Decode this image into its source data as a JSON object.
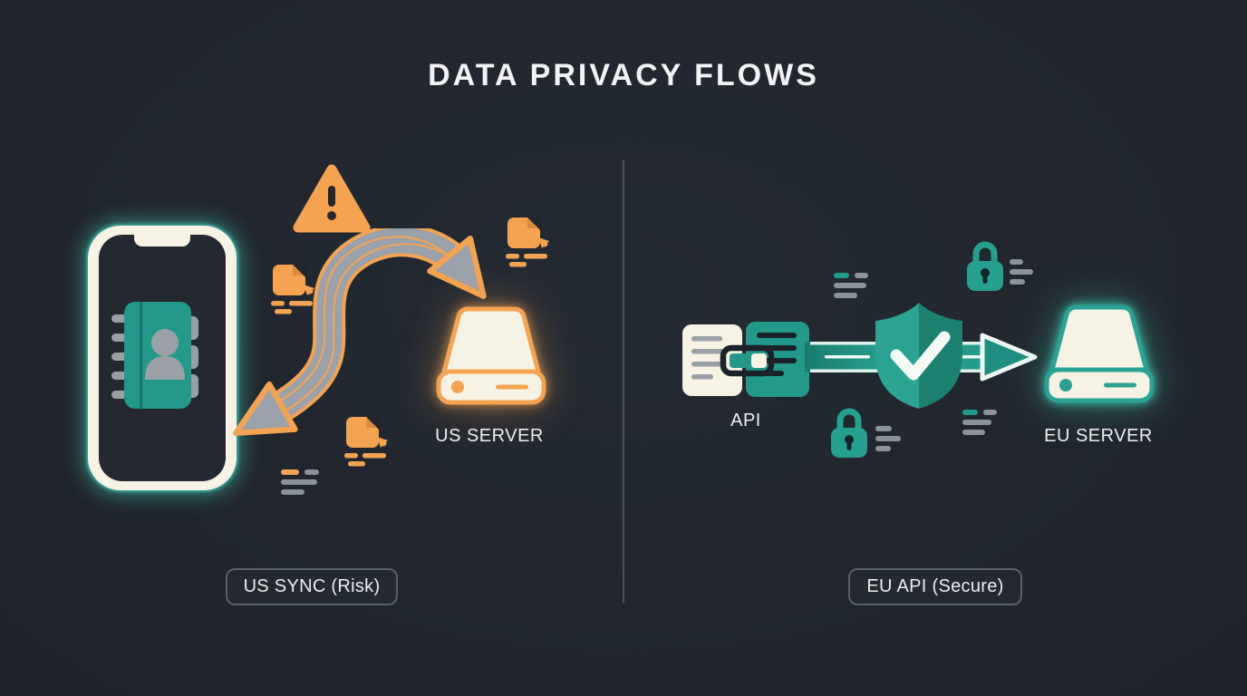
{
  "title": "DATA PRIVACY FLOWS",
  "palette": {
    "background": "#21262e",
    "teal": "#23998b",
    "teal_glow": "#45e3c9",
    "orange": "#f4a351",
    "cream": "#f6f2e4",
    "gray": "#9aa1aa",
    "text": "#f1f3f4"
  },
  "left_flow": {
    "caption": "US SYNC (Risk)",
    "server_label": "US SERVER",
    "icons": [
      "smartphone-contacts-icon",
      "warning-triangle-icon",
      "sync-arrows-icon",
      "document-icon",
      "server-icon"
    ]
  },
  "right_flow": {
    "caption": "EU API (Secure)",
    "api_label": "API",
    "server_label": "EU SERVER",
    "icons": [
      "api-link-icon",
      "shield-check-icon",
      "padlock-icon",
      "flow-arrow-icon",
      "server-icon"
    ]
  }
}
